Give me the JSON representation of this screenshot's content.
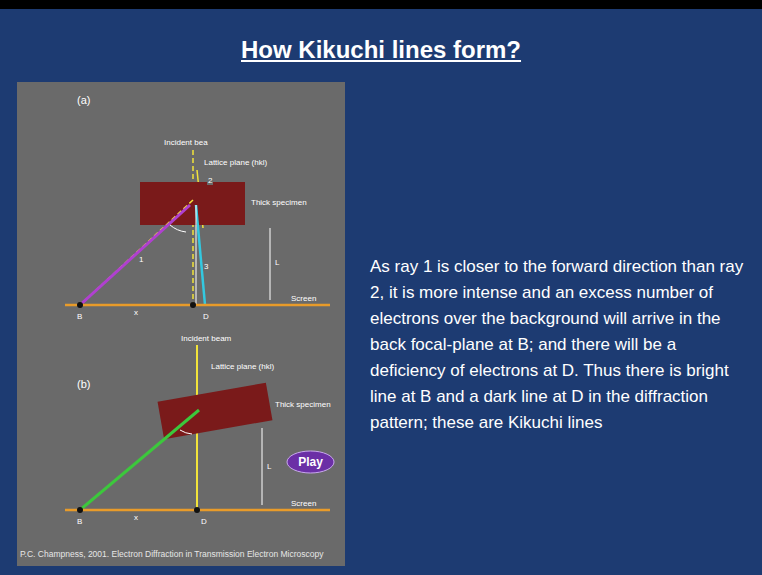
{
  "diagram": {
    "title": "How Kikuchi lines form?",
    "nodes": [
      {
        "text": [
          "Play"
        ]
      }
    ],
    "labels": [
      "(a)",
      "Incident bea",
      "Lattice plane (hkl)",
      "Thick specimen",
      "1",
      "2",
      "3",
      "Screen",
      "x",
      "L",
      "B",
      "D",
      "(b)",
      "Incident beam",
      "Lattice plane (hkl)",
      "Thick specimen",
      "Screen",
      "x",
      "L",
      "B",
      "D",
      "As ray 1 is closer to the forward direction than ray 2, it is more intense and an excess number of electrons over the background will arrive in the back focal-plane at B; and there will be a deficiency of electrons at D. Thus there is bright line at B and a dark line at D in the diffraction pattern; these are Kikuchi lines",
      "P.C. Champness, 2001. Electron Diffraction in Transmission Electron Microscopy"
    ]
  }
}
